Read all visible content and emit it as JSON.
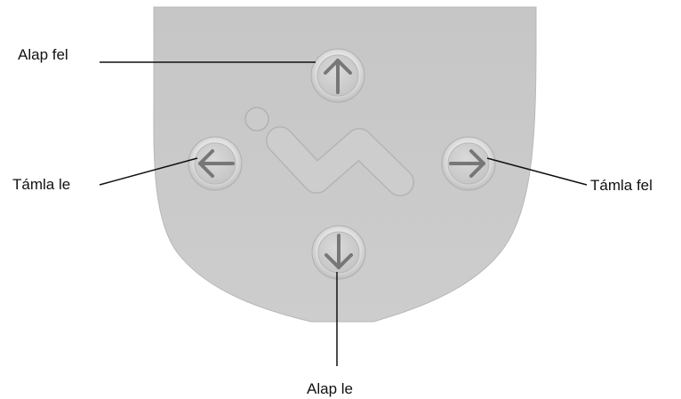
{
  "labels": {
    "up": "Alap fel",
    "left": "Támla le",
    "right": "Támla fel",
    "down": "Alap le"
  },
  "buttons": [
    {
      "direction": "up",
      "icon": "arrow-up-icon"
    },
    {
      "direction": "left",
      "icon": "arrow-left-icon"
    },
    {
      "direction": "right",
      "icon": "arrow-right-icon"
    },
    {
      "direction": "down",
      "icon": "arrow-down-icon"
    }
  ],
  "colors": {
    "panel": "#c9c9c9",
    "button_rim": "#dcdcdc",
    "button_face": "#d1d1d1",
    "arrow": "#737373",
    "leader_line": "#111111"
  }
}
